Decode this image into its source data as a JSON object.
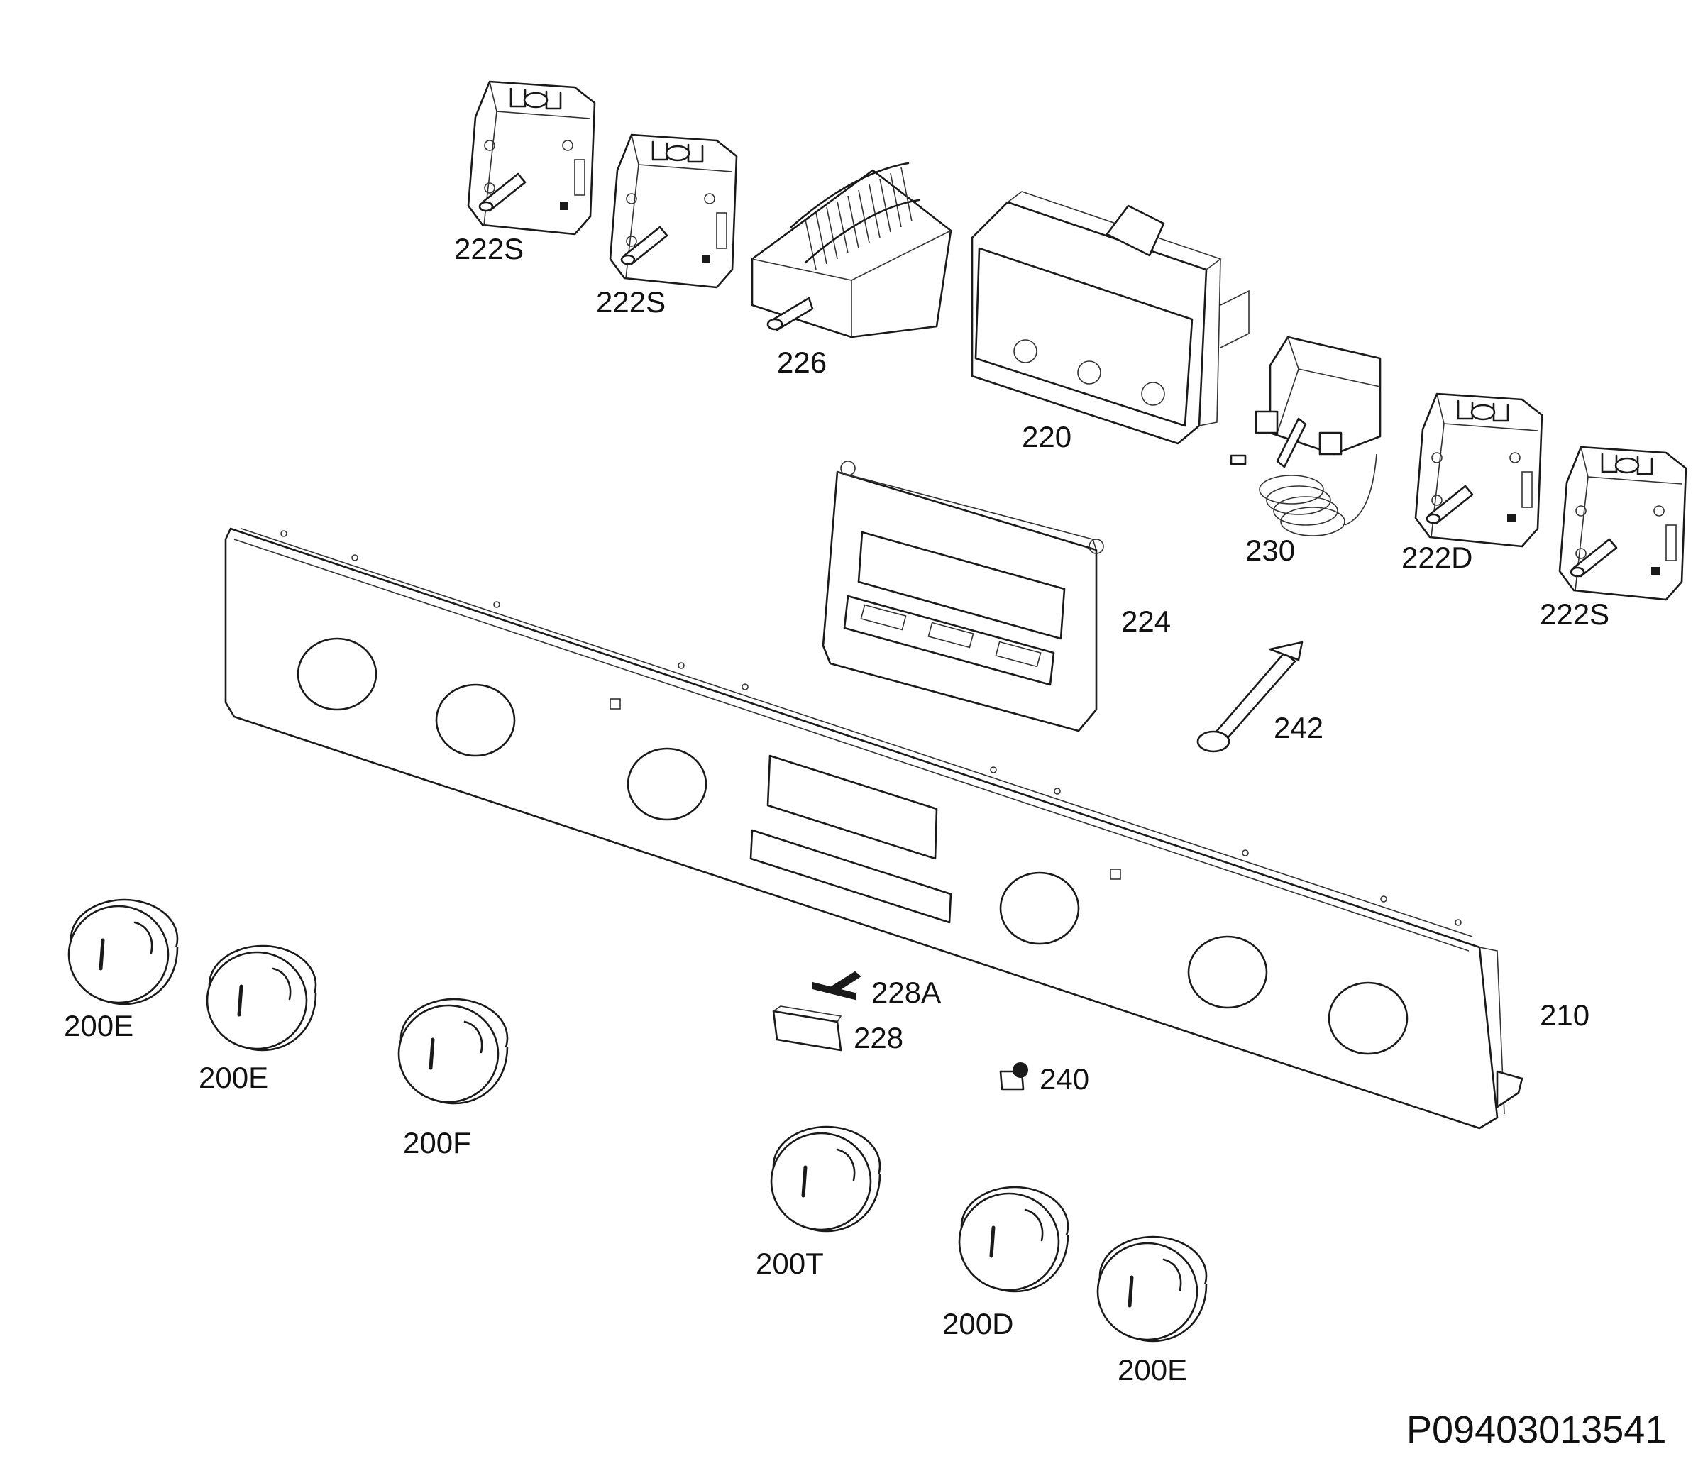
{
  "labels": {
    "p222s_a": "222S",
    "p222s_b": "222S",
    "p226": "226",
    "p220": "220",
    "p230": "230",
    "p222d": "222D",
    "p222s_c": "222S",
    "p224": "224",
    "p242": "242",
    "p210": "210",
    "p200e_a": "200E",
    "p200e_b": "200E",
    "p200f": "200F",
    "p228a": "228A",
    "p228": "228",
    "p240": "240",
    "p200t": "200T",
    "p200d": "200D",
    "p200e_c": "200E"
  },
  "document_number": "P09403013541",
  "colors": {
    "line": "#1a1a1a",
    "background": "#ffffff"
  }
}
